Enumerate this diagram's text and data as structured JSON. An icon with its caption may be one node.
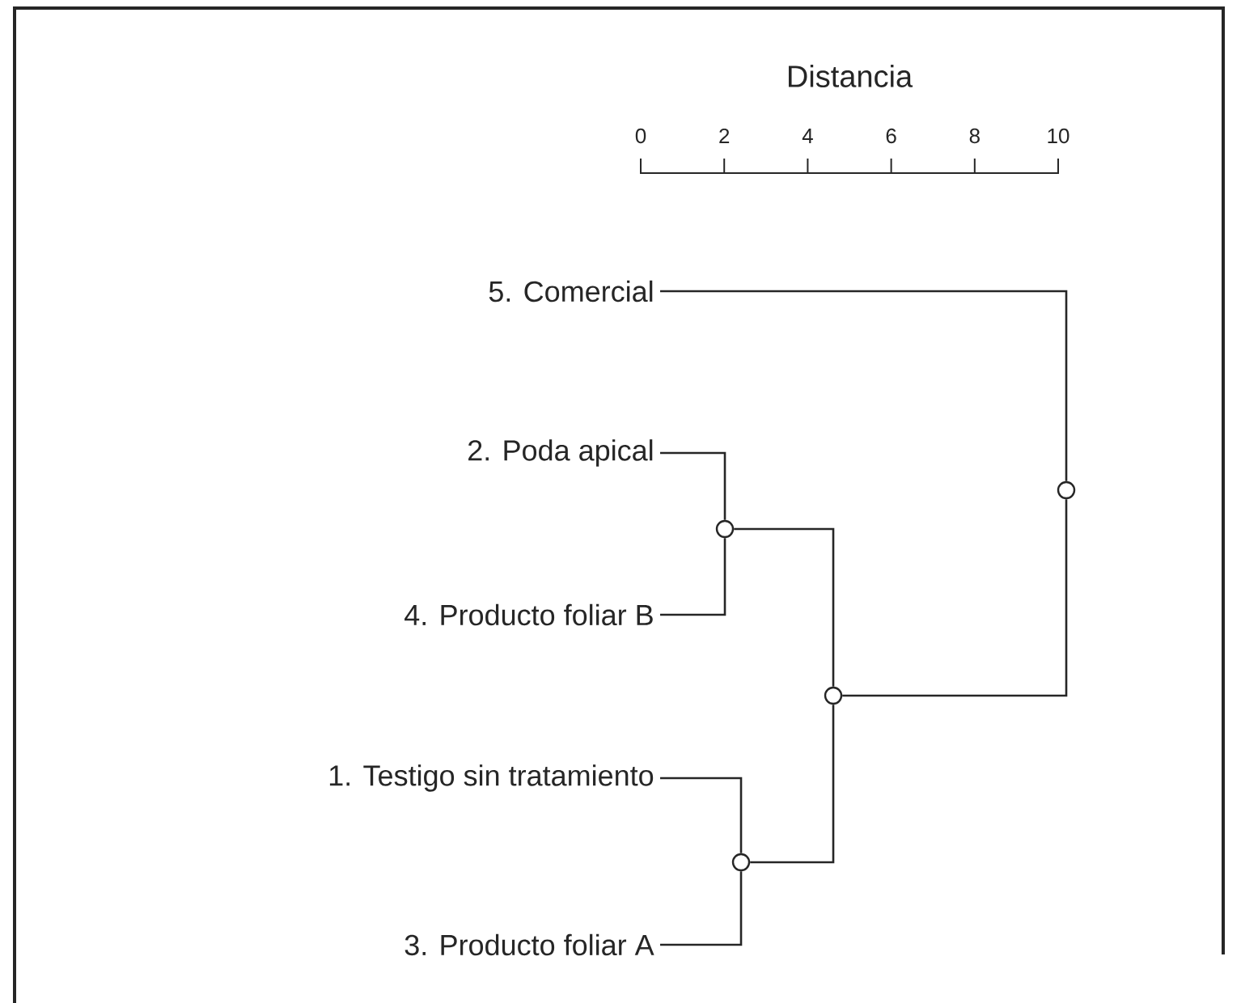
{
  "diagram": {
    "nodes": [
      {
        "text": [
          "5. Comercial"
        ]
      },
      {
        "text": [
          "2. Poda apical"
        ]
      },
      {
        "text": [
          "4. Producto foliar B"
        ]
      },
      {
        "text": [
          "1. Testigo sin tratamiento"
        ]
      },
      {
        "text": [
          "3. Producto foliar A"
        ]
      },
      {
        "text": [],
        "shape": "circle"
      },
      {
        "text": [],
        "shape": "circle"
      },
      {
        "text": [],
        "shape": "circle"
      },
      {
        "text": [],
        "shape": "circle"
      }
    ],
    "edges": [
      {
        "from": 1,
        "to": 5,
        "arrow": "none"
      },
      {
        "from": 2,
        "to": 5,
        "arrow": "none"
      },
      {
        "from": 3,
        "to": 6,
        "arrow": "none"
      },
      {
        "from": 4,
        "to": 6,
        "arrow": "none"
      },
      {
        "from": 5,
        "to": 7,
        "arrow": "none"
      },
      {
        "from": 6,
        "to": 7,
        "arrow": "none"
      },
      {
        "from": 0,
        "to": 8,
        "arrow": "none"
      },
      {
        "from": 7,
        "to": 8,
        "arrow": "none"
      }
    ],
    "labels": [
      "Distancia",
      "0",
      "2",
      "4",
      "6",
      "8",
      "10"
    ]
  }
}
